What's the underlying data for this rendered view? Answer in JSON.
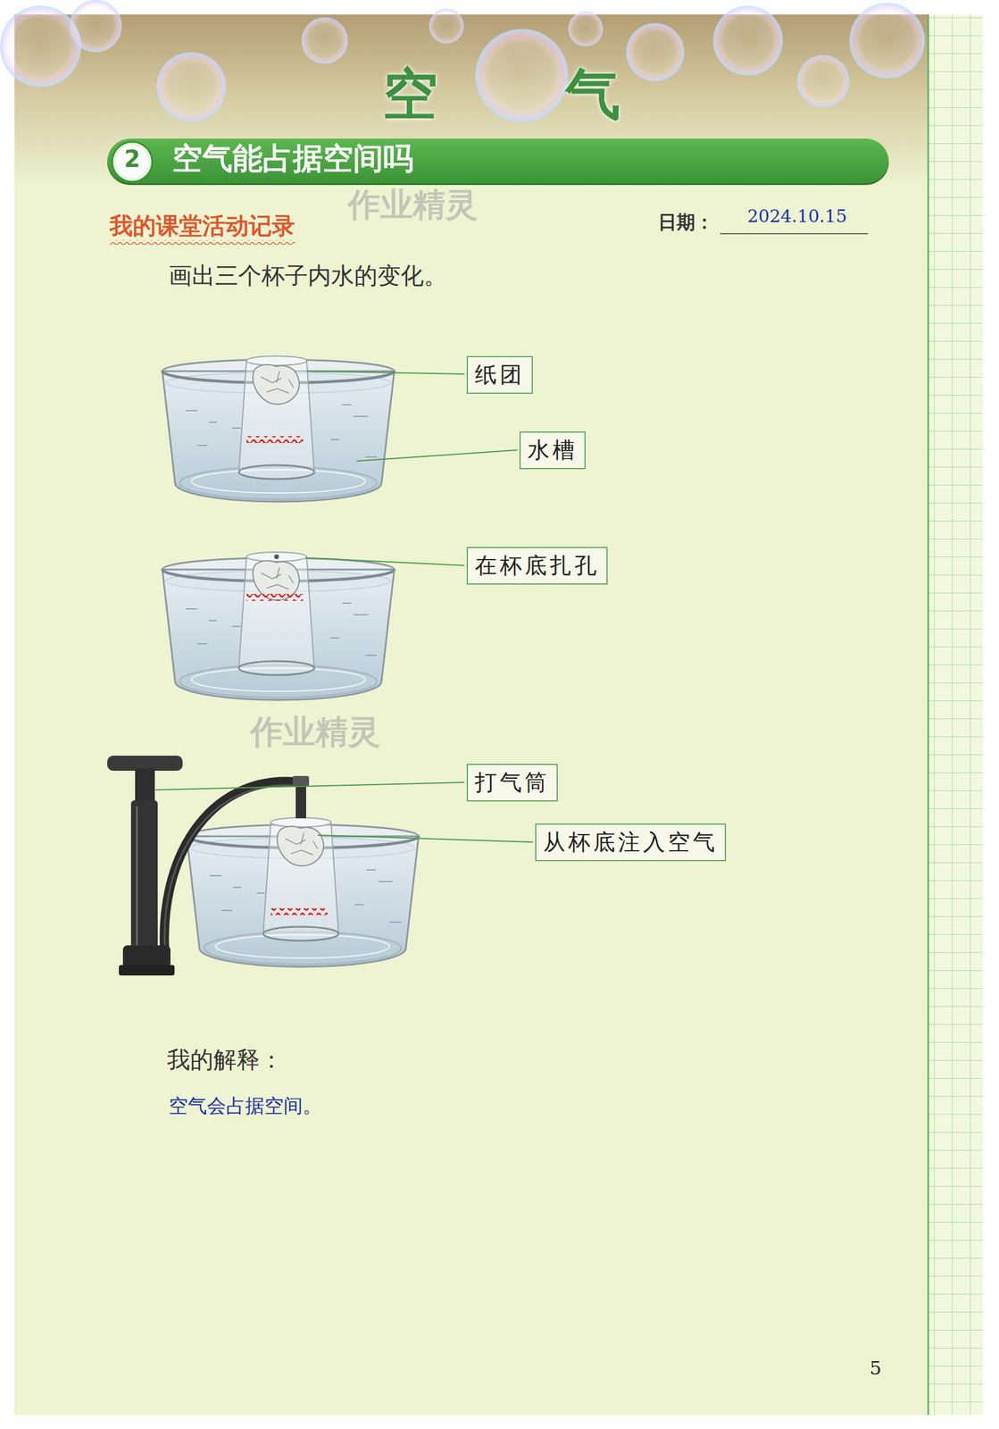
{
  "diagram": {
    "title": "空气",
    "nodes": [
      {
        "text": [
          "空气能占据空间吗"
        ]
      },
      {
        "text": [
          "2"
        ],
        "in": 0
      },
      {
        "text": [
          "纸团"
        ]
      },
      {
        "text": [
          "水槽"
        ]
      },
      {
        "text": [
          "在杯底扎孔"
        ]
      },
      {
        "text": [
          "打气筒"
        ]
      },
      {
        "text": [
          "从杯底注入空气"
        ]
      }
    ],
    "labels": [
      "作业精灵",
      "我的课堂活动记录",
      "日期：",
      "2024.10.15",
      "画出三个杯子内水的变化。",
      "作业精灵",
      "我的解释：",
      "空气会占据空间。",
      "5"
    ]
  }
}
